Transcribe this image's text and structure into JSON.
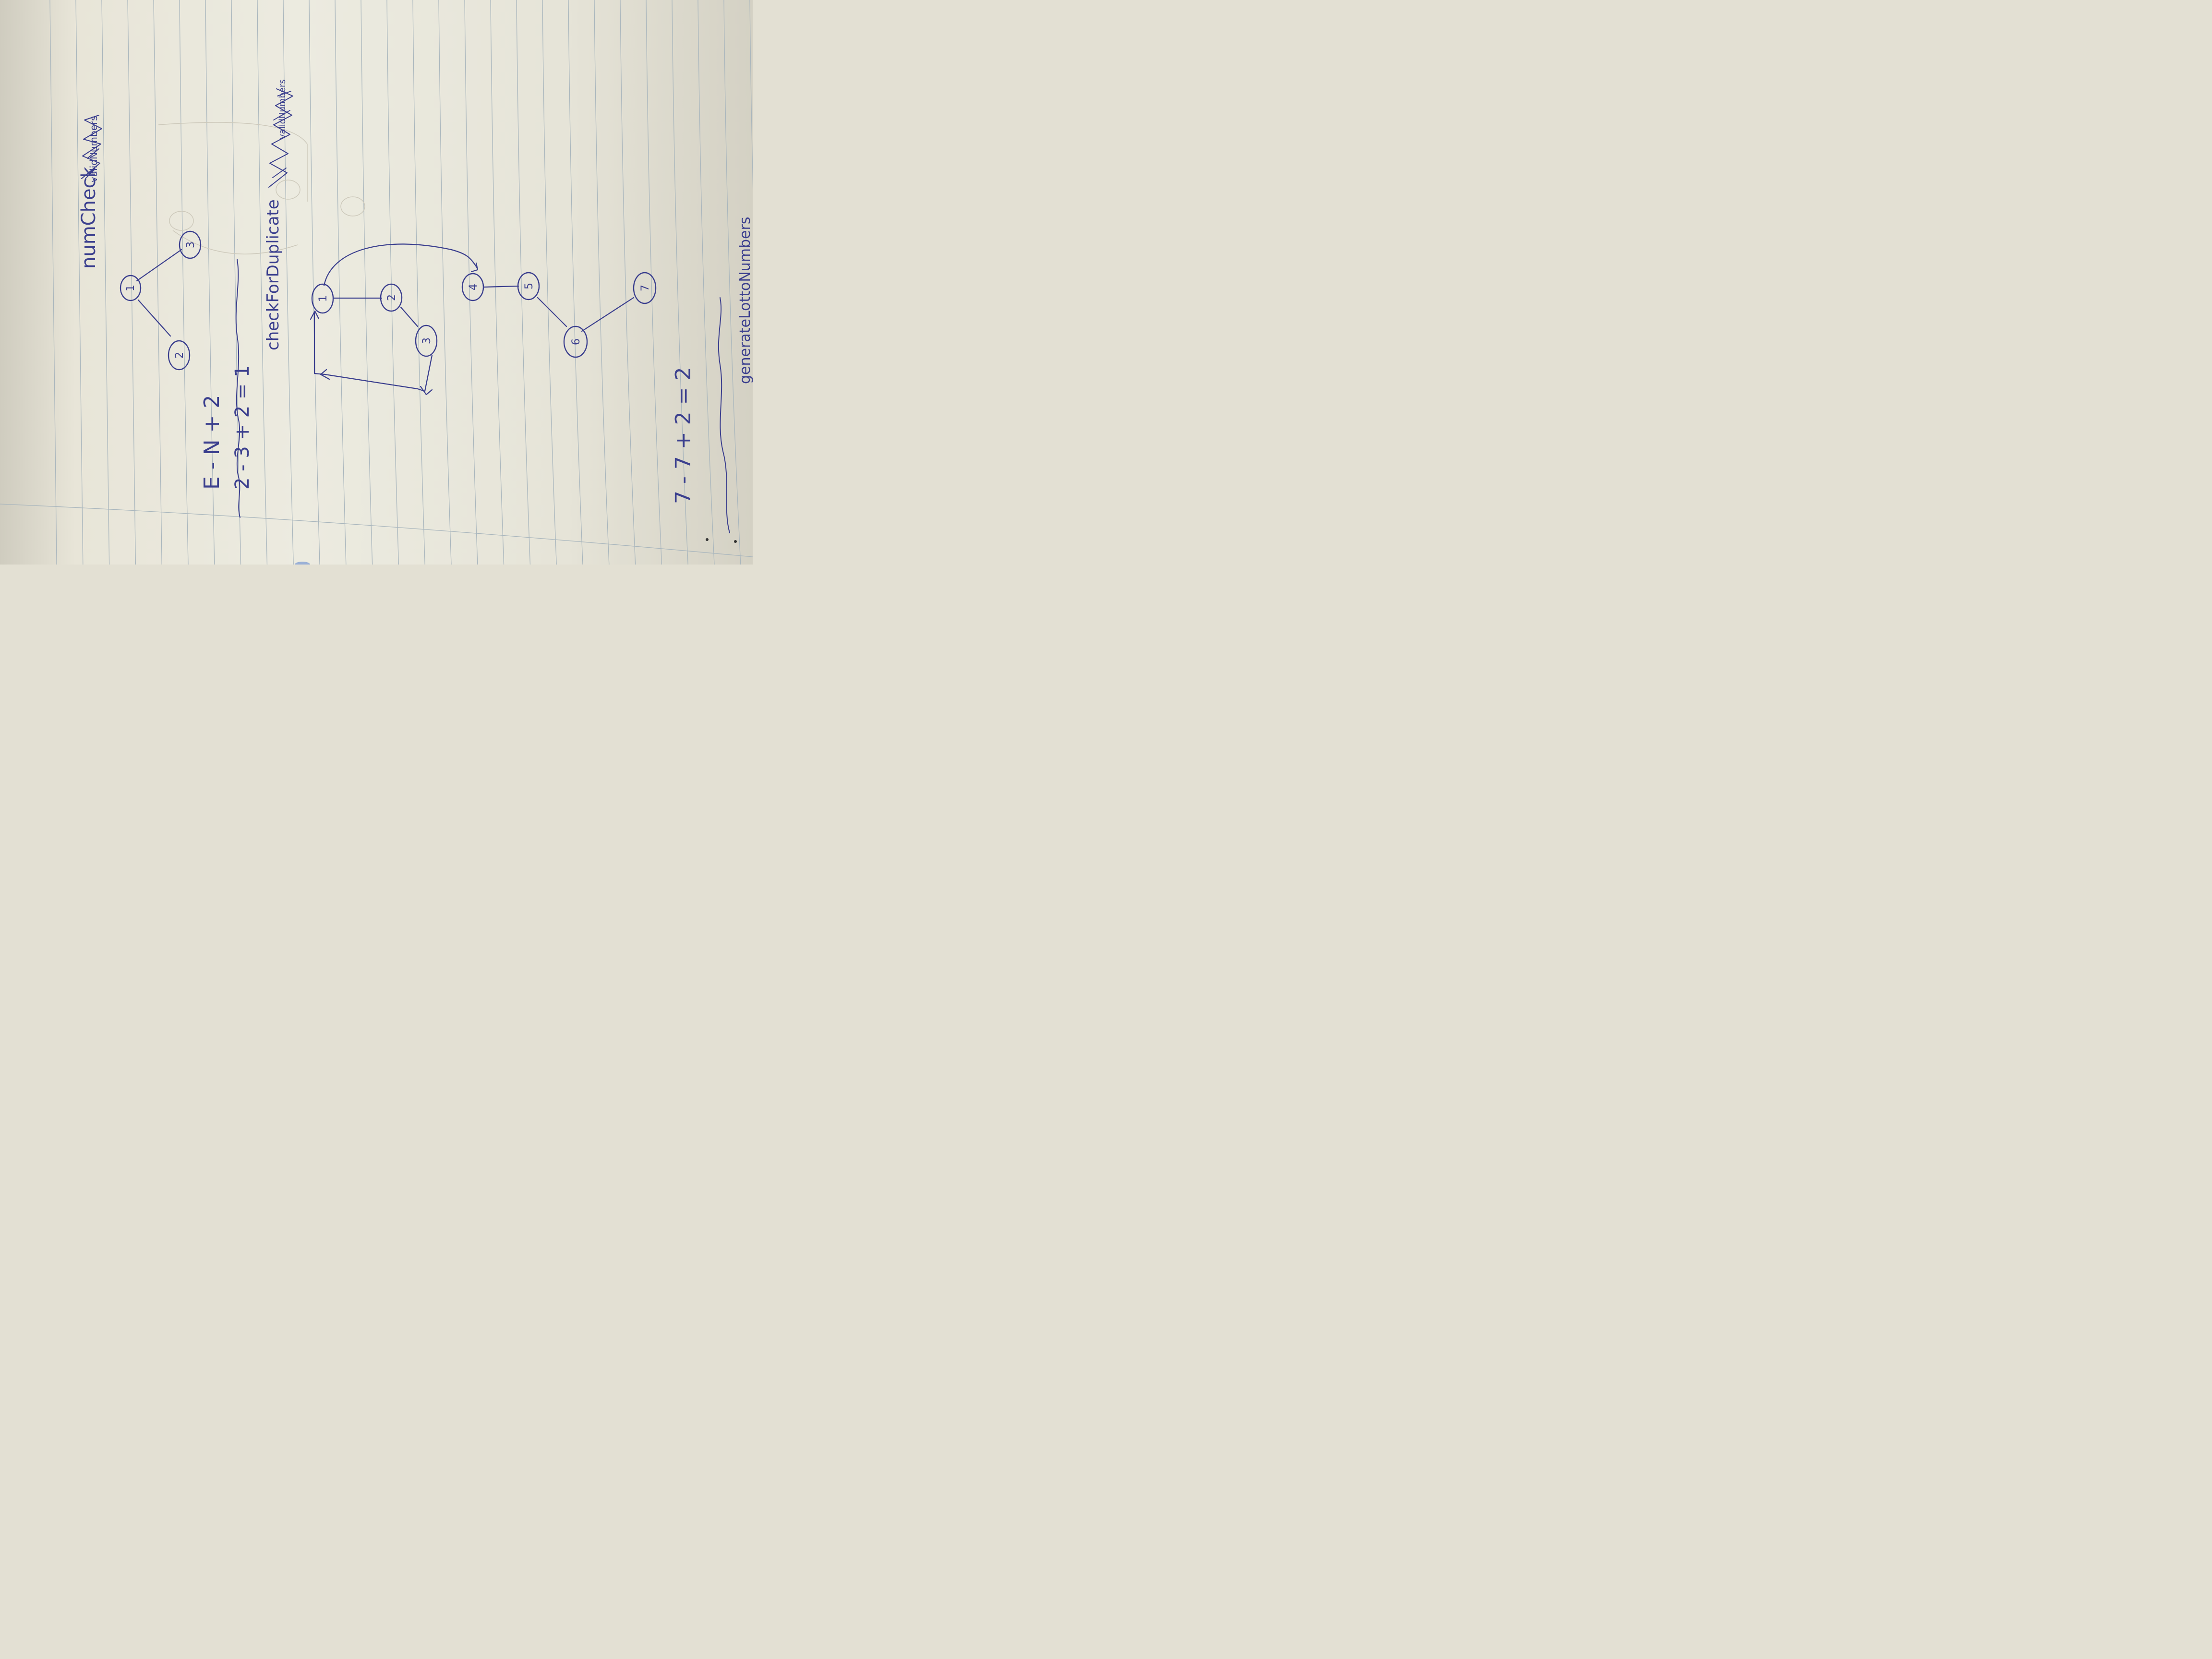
{
  "heading_1": "numCheck",
  "heading_1_scribble": "validNumbers",
  "formula_1": "E - N + 2",
  "formula_1_calc": "2 - 3 + 2 = 1",
  "heading_2": "checkForDuplicate",
  "heading_2_scribble": "validNumbers",
  "formula_2_calc": "7 - 7 + 2 = 2",
  "heading_3": "generateLottoNumbers",
  "graph_1": {
    "nodes": [
      {
        "id": "1",
        "label": "1"
      },
      {
        "id": "2",
        "label": "2"
      },
      {
        "id": "3",
        "label": "3"
      }
    ],
    "edges": [
      [
        "1",
        "2"
      ],
      [
        "1",
        "3"
      ]
    ]
  },
  "graph_2": {
    "nodes": [
      {
        "id": "1",
        "label": "1"
      },
      {
        "id": "2",
        "label": "2"
      },
      {
        "id": "3",
        "label": "3"
      },
      {
        "id": "4",
        "label": "4"
      },
      {
        "id": "5",
        "label": "5"
      },
      {
        "id": "6",
        "label": "6"
      },
      {
        "id": "7",
        "label": "7"
      }
    ],
    "edges": [
      [
        "1",
        "2"
      ],
      [
        "2",
        "3"
      ],
      [
        "3",
        "1"
      ],
      [
        "1",
        "4"
      ],
      [
        "4",
        "5"
      ],
      [
        "5",
        "6"
      ],
      [
        "6",
        "7"
      ]
    ]
  },
  "colors": {
    "ink": "#3b3f8e",
    "rule_line": "#a9b6bd",
    "paper": "#e9e7db"
  }
}
